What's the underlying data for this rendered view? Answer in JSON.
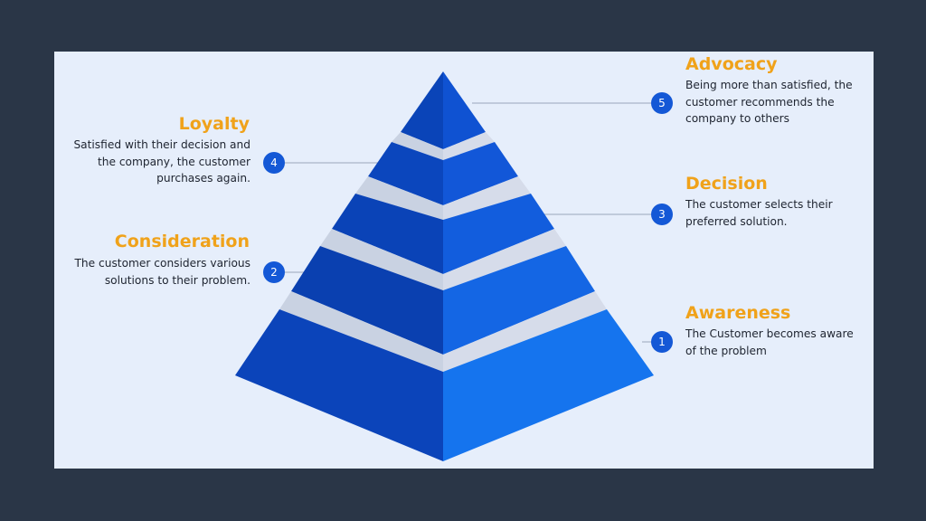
{
  "stages": [
    {
      "number": "1",
      "title": "Awareness",
      "desc_lines": [
        "The Customer becomes aware",
        "of the problem"
      ]
    },
    {
      "number": "2",
      "title": "Consideration",
      "desc_lines": [
        "The customer considers various",
        "solutions to their problem."
      ]
    },
    {
      "number": "3",
      "title": "Decision",
      "desc_lines": [
        "The customer selects their",
        "preferred solution."
      ]
    },
    {
      "number": "4",
      "title": "Loyalty",
      "desc_lines": [
        "Satisfied with their decision and",
        "the company, the customer",
        "purchases again."
      ]
    },
    {
      "number": "5",
      "title": "Advocacy",
      "desc_lines": [
        "Being more than satisfied, the",
        "customer recommends the",
        "company to others"
      ]
    }
  ],
  "colors": {
    "background": "#2a3647",
    "panel": "#e6eefb",
    "title_accent": "#f0a21a",
    "left_face": "#0a3fb5",
    "right_face": "#1574ee",
    "separator": "#c9d2e2",
    "number_circle": "#1458d6"
  }
}
